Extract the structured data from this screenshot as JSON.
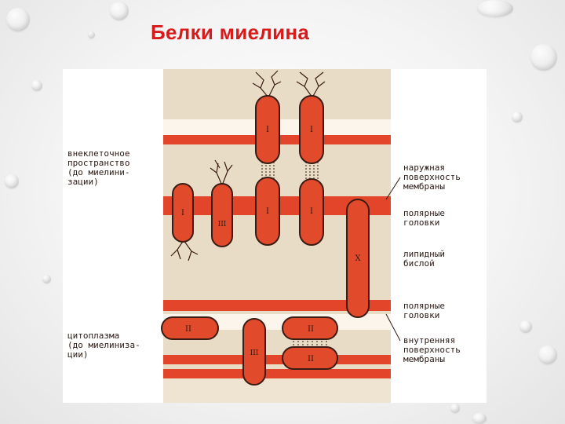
{
  "title": "Белки миелина",
  "colors": {
    "title": "#d91a1a",
    "band": "#e8dcc8",
    "layer": "#e2452a",
    "protein": "#e14a2a",
    "outline": "#3a1c14"
  },
  "labels": {
    "extracellular": "внеклеточное\nпространство\n(до миелини-\nзации)",
    "cytoplasm": "цитоплазма\n(до миелиниза-\nции)",
    "outer_surface": "наружная\nповерхность\nмембраны",
    "polar_heads_top": "полярные\nголовки",
    "lipid_bilayer": "липидный\nбислой",
    "polar_heads_bottom": "полярные\nголовки",
    "inner_surface": "внутренняя\nповерхность\nмембраны"
  },
  "proteins": [
    {
      "id": "p1",
      "roman": "I"
    },
    {
      "id": "p2",
      "roman": "I"
    },
    {
      "id": "p3",
      "roman": "I"
    },
    {
      "id": "p4",
      "roman": "I"
    },
    {
      "id": "p5",
      "roman": "I"
    },
    {
      "id": "p6",
      "roman": "III"
    },
    {
      "id": "p7",
      "roman": "X"
    },
    {
      "id": "p8",
      "roman": "II"
    },
    {
      "id": "p9",
      "roman": "III"
    },
    {
      "id": "p10",
      "roman": "II"
    },
    {
      "id": "p11",
      "roman": "II"
    }
  ]
}
